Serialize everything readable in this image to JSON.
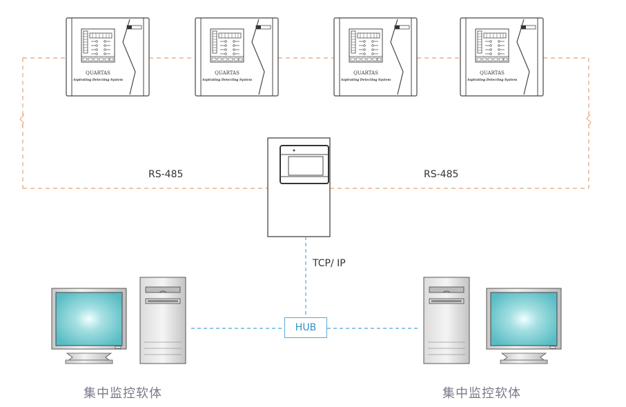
{
  "diagram": {
    "title": "Aspirating smoke detector RS-485 / TCP-IP networking topology",
    "detectors": [
      {
        "brand": "QUARTAS",
        "subtitle": "Aspirating Detecting System"
      },
      {
        "brand": "QUARTAS",
        "subtitle": "Aspirating Detecting System"
      },
      {
        "brand": "QUARTAS",
        "subtitle": "Aspirating Detecting System"
      },
      {
        "brand": "QUARTAS",
        "subtitle": "Aspirating Detecting System"
      }
    ],
    "links": {
      "rs485_left": "RS-485",
      "rs485_right": "RS-485",
      "tcp_ip": "TCP/ IP",
      "hub": "HUB"
    },
    "workstations": [
      {
        "label": "集中监控软体"
      },
      {
        "label": "集中监控软体"
      }
    ],
    "colors": {
      "rs485_line": "#e8a070",
      "tcp_line": "#4aa3d3",
      "hub_border": "#5aa7d6",
      "screen": "#6cc6cc",
      "device_outline": "#444444"
    }
  }
}
